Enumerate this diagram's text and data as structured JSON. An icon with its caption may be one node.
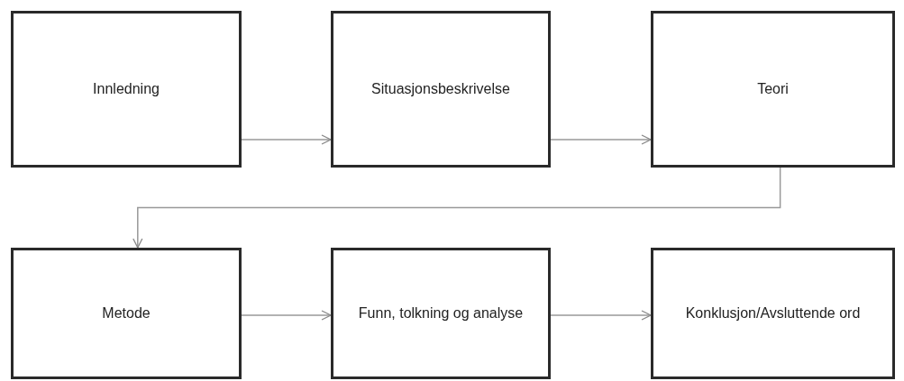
{
  "diagram": {
    "nodes": [
      {
        "text": [
          "Innledning"
        ]
      },
      {
        "text": [
          "Situasjonsbeskrivelse"
        ]
      },
      {
        "text": [
          "Teori"
        ]
      },
      {
        "text": [
          "Metode"
        ]
      },
      {
        "text": [
          "Funn, tolkning og analyse"
        ]
      },
      {
        "text": [
          "Konklusjon/Avsluttende ord"
        ]
      }
    ],
    "edges": [
      {
        "from": 0,
        "to": 1,
        "arrow": "to"
      },
      {
        "from": 1,
        "to": 2,
        "arrow": "to"
      },
      {
        "from": 2,
        "to": 3,
        "arrow": "to"
      },
      {
        "from": 3,
        "to": 4,
        "arrow": "to"
      },
      {
        "from": 4,
        "to": 5,
        "arrow": "to"
      }
    ]
  }
}
